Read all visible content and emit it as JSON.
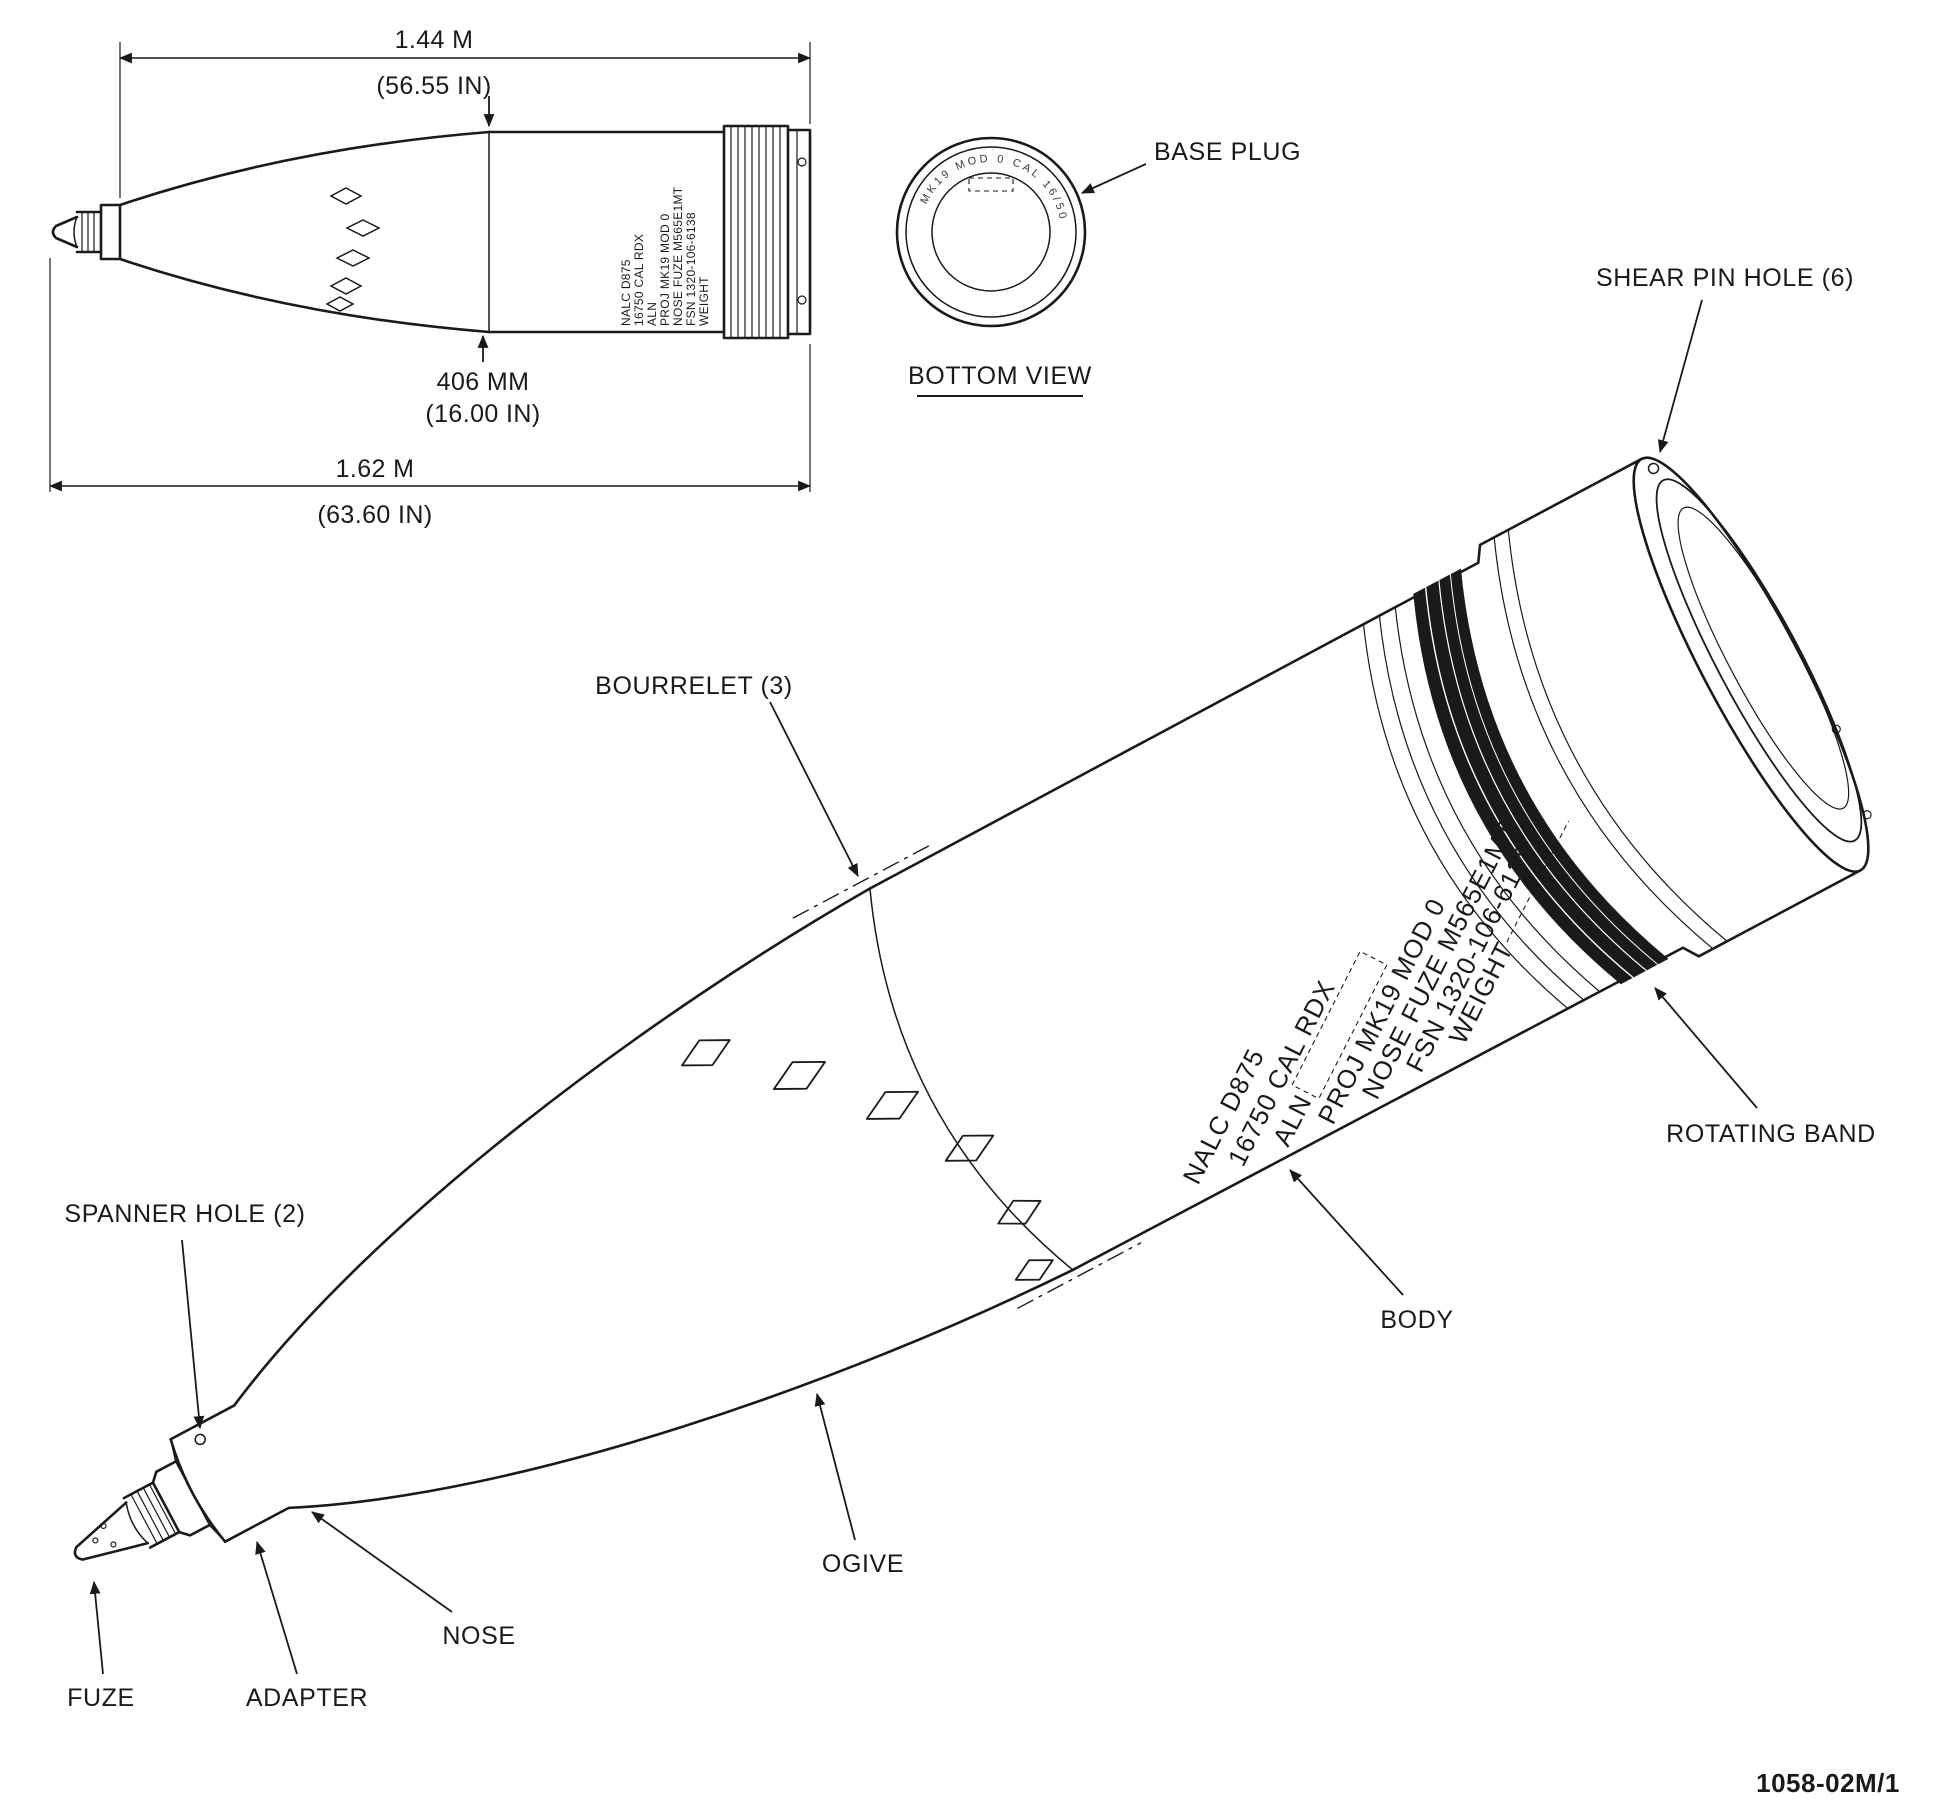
{
  "figure": {
    "number": "1058-02M/1"
  },
  "dimensions": {
    "upper_length": "1.44 M",
    "upper_length_in": "(56.55 IN)",
    "diameter": "406 MM",
    "diameter_in": "(16.00 IN)",
    "total_length": "1.62 M",
    "total_length_in": "(63.60 IN)"
  },
  "bottom_view": {
    "title": "BOTTOM VIEW",
    "base_plug_label": "BASE PLUG",
    "rim_marking": "MK19 MOD 0 CAL 16/50"
  },
  "labels": {
    "shear_pin_hole": "SHEAR PIN HOLE (6)",
    "bourrelet": "BOURRELET (3)",
    "rotating_band": "ROTATING BAND",
    "body": "BODY",
    "ogive": "OGIVE",
    "nose": "NOSE",
    "adapter": "ADAPTER",
    "fuze": "FUZE",
    "spanner_hole": "SPANNER HOLE (2)"
  },
  "markings": {
    "lines": [
      "NALC D875",
      "16750 CAL RDX",
      "ALN",
      "PROJ MK19 MOD 0",
      "NOSE FUZE M565E1MT",
      "FSN 1320-106-6138",
      "WEIGHT"
    ]
  },
  "colors": {
    "ink": "#1a1a1a",
    "background": "#ffffff"
  }
}
